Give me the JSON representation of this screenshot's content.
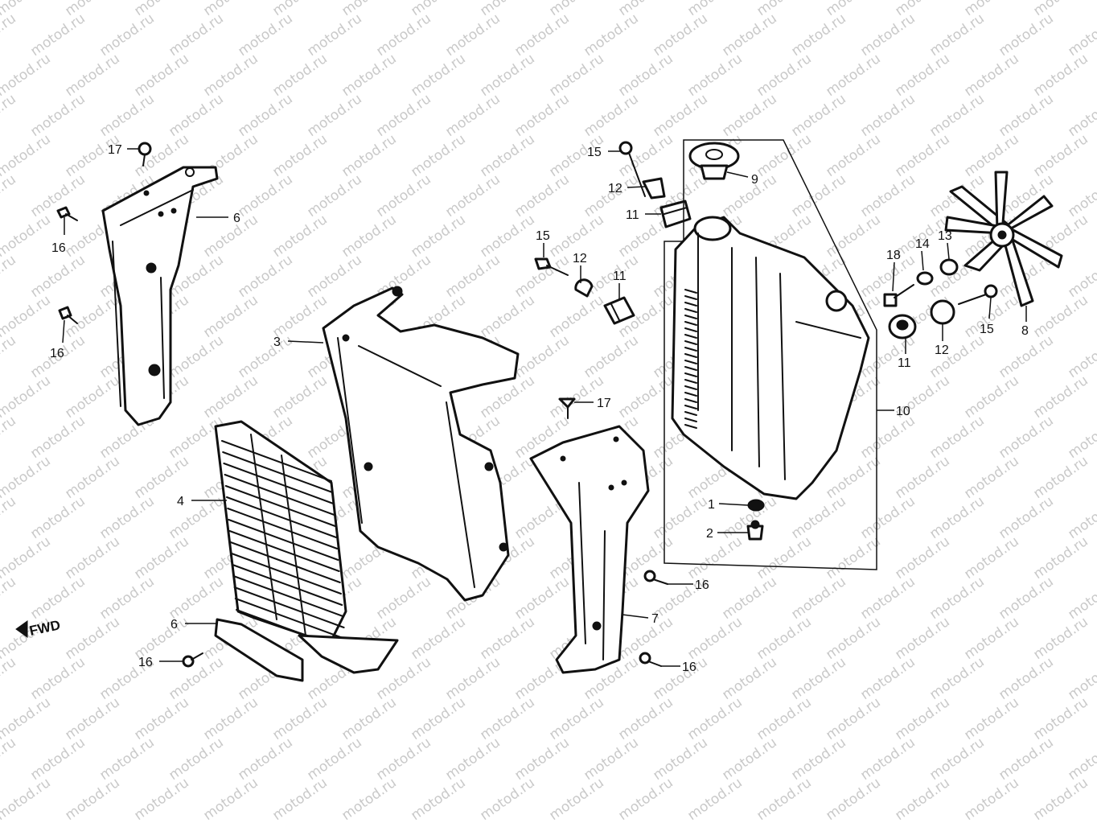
{
  "watermark": "motod.ru",
  "fwd_label": "FWD",
  "callouts": [
    {
      "id": "c17a",
      "label": "17"
    },
    {
      "id": "c16a",
      "label": "16"
    },
    {
      "id": "c16b",
      "label": "16"
    },
    {
      "id": "c6a",
      "label": "6"
    },
    {
      "id": "c3",
      "label": "3"
    },
    {
      "id": "c4",
      "label": "4"
    },
    {
      "id": "c6b",
      "label": "6"
    },
    {
      "id": "c16c",
      "label": "16"
    },
    {
      "id": "c15a",
      "label": "15"
    },
    {
      "id": "c12a",
      "label": "12"
    },
    {
      "id": "c11a",
      "label": "11"
    },
    {
      "id": "c15b",
      "label": "15"
    },
    {
      "id": "c12b",
      "label": "12"
    },
    {
      "id": "c11b",
      "label": "11"
    },
    {
      "id": "c17b",
      "label": "17"
    },
    {
      "id": "c7",
      "label": "7"
    },
    {
      "id": "c16d",
      "label": "16"
    },
    {
      "id": "c16e",
      "label": "16"
    },
    {
      "id": "c9",
      "label": "9"
    },
    {
      "id": "c10",
      "label": "10"
    },
    {
      "id": "c1",
      "label": "1"
    },
    {
      "id": "c2",
      "label": "2"
    },
    {
      "id": "c18",
      "label": "18"
    },
    {
      "id": "c14",
      "label": "14"
    },
    {
      "id": "c13",
      "label": "13"
    },
    {
      "id": "c11c",
      "label": "11"
    },
    {
      "id": "c12c",
      "label": "12"
    },
    {
      "id": "c15c",
      "label": "15"
    },
    {
      "id": "c8",
      "label": "8"
    }
  ]
}
